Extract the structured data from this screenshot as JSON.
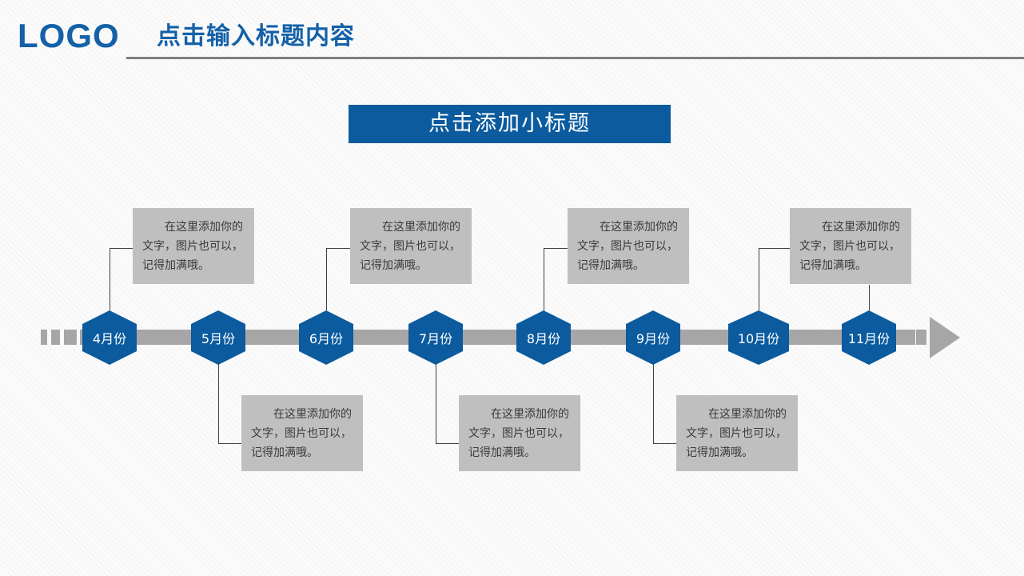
{
  "header": {
    "logo": "LOGO",
    "title": "点击输入标题内容"
  },
  "subtitle": {
    "text": "点击添加小标题"
  },
  "colors": {
    "accent_blue": "#0b5b9e",
    "logo_blue": "#1461a8",
    "bar_gray": "#a6a6a6",
    "note_gray": "#bfbfbf",
    "rule_gray": "#7f7f7f",
    "note_text": "#3a3a3a"
  },
  "timeline": {
    "milestones": [
      {
        "label": "4月份",
        "note_position": "top"
      },
      {
        "label": "5月份",
        "note_position": "bottom"
      },
      {
        "label": "6月份",
        "note_position": "top"
      },
      {
        "label": "7月份",
        "note_position": "bottom"
      },
      {
        "label": "8月份",
        "note_position": "top"
      },
      {
        "label": "9月份",
        "note_position": "bottom"
      },
      {
        "label": "10月份",
        "note_position": "top"
      },
      {
        "label": "11月份",
        "note_position": "top"
      }
    ],
    "notes_top": [
      "在这里添加你的文字，图片也可以，记得加满哦。",
      "在这里添加你的文字，图片也可以，记得加满哦。",
      "在这里添加你的文字，图片也可以，记得加满哦。",
      "在这里添加你的文字，图片也可以，记得加满哦。"
    ],
    "notes_bottom": [
      "在这里添加你的文字，图片也可以，记得加满哦。",
      "在这里添加你的文字，图片也可以，记得加满哦。",
      "在这里添加你的文字，图片也可以，记得加满哦。"
    ]
  }
}
